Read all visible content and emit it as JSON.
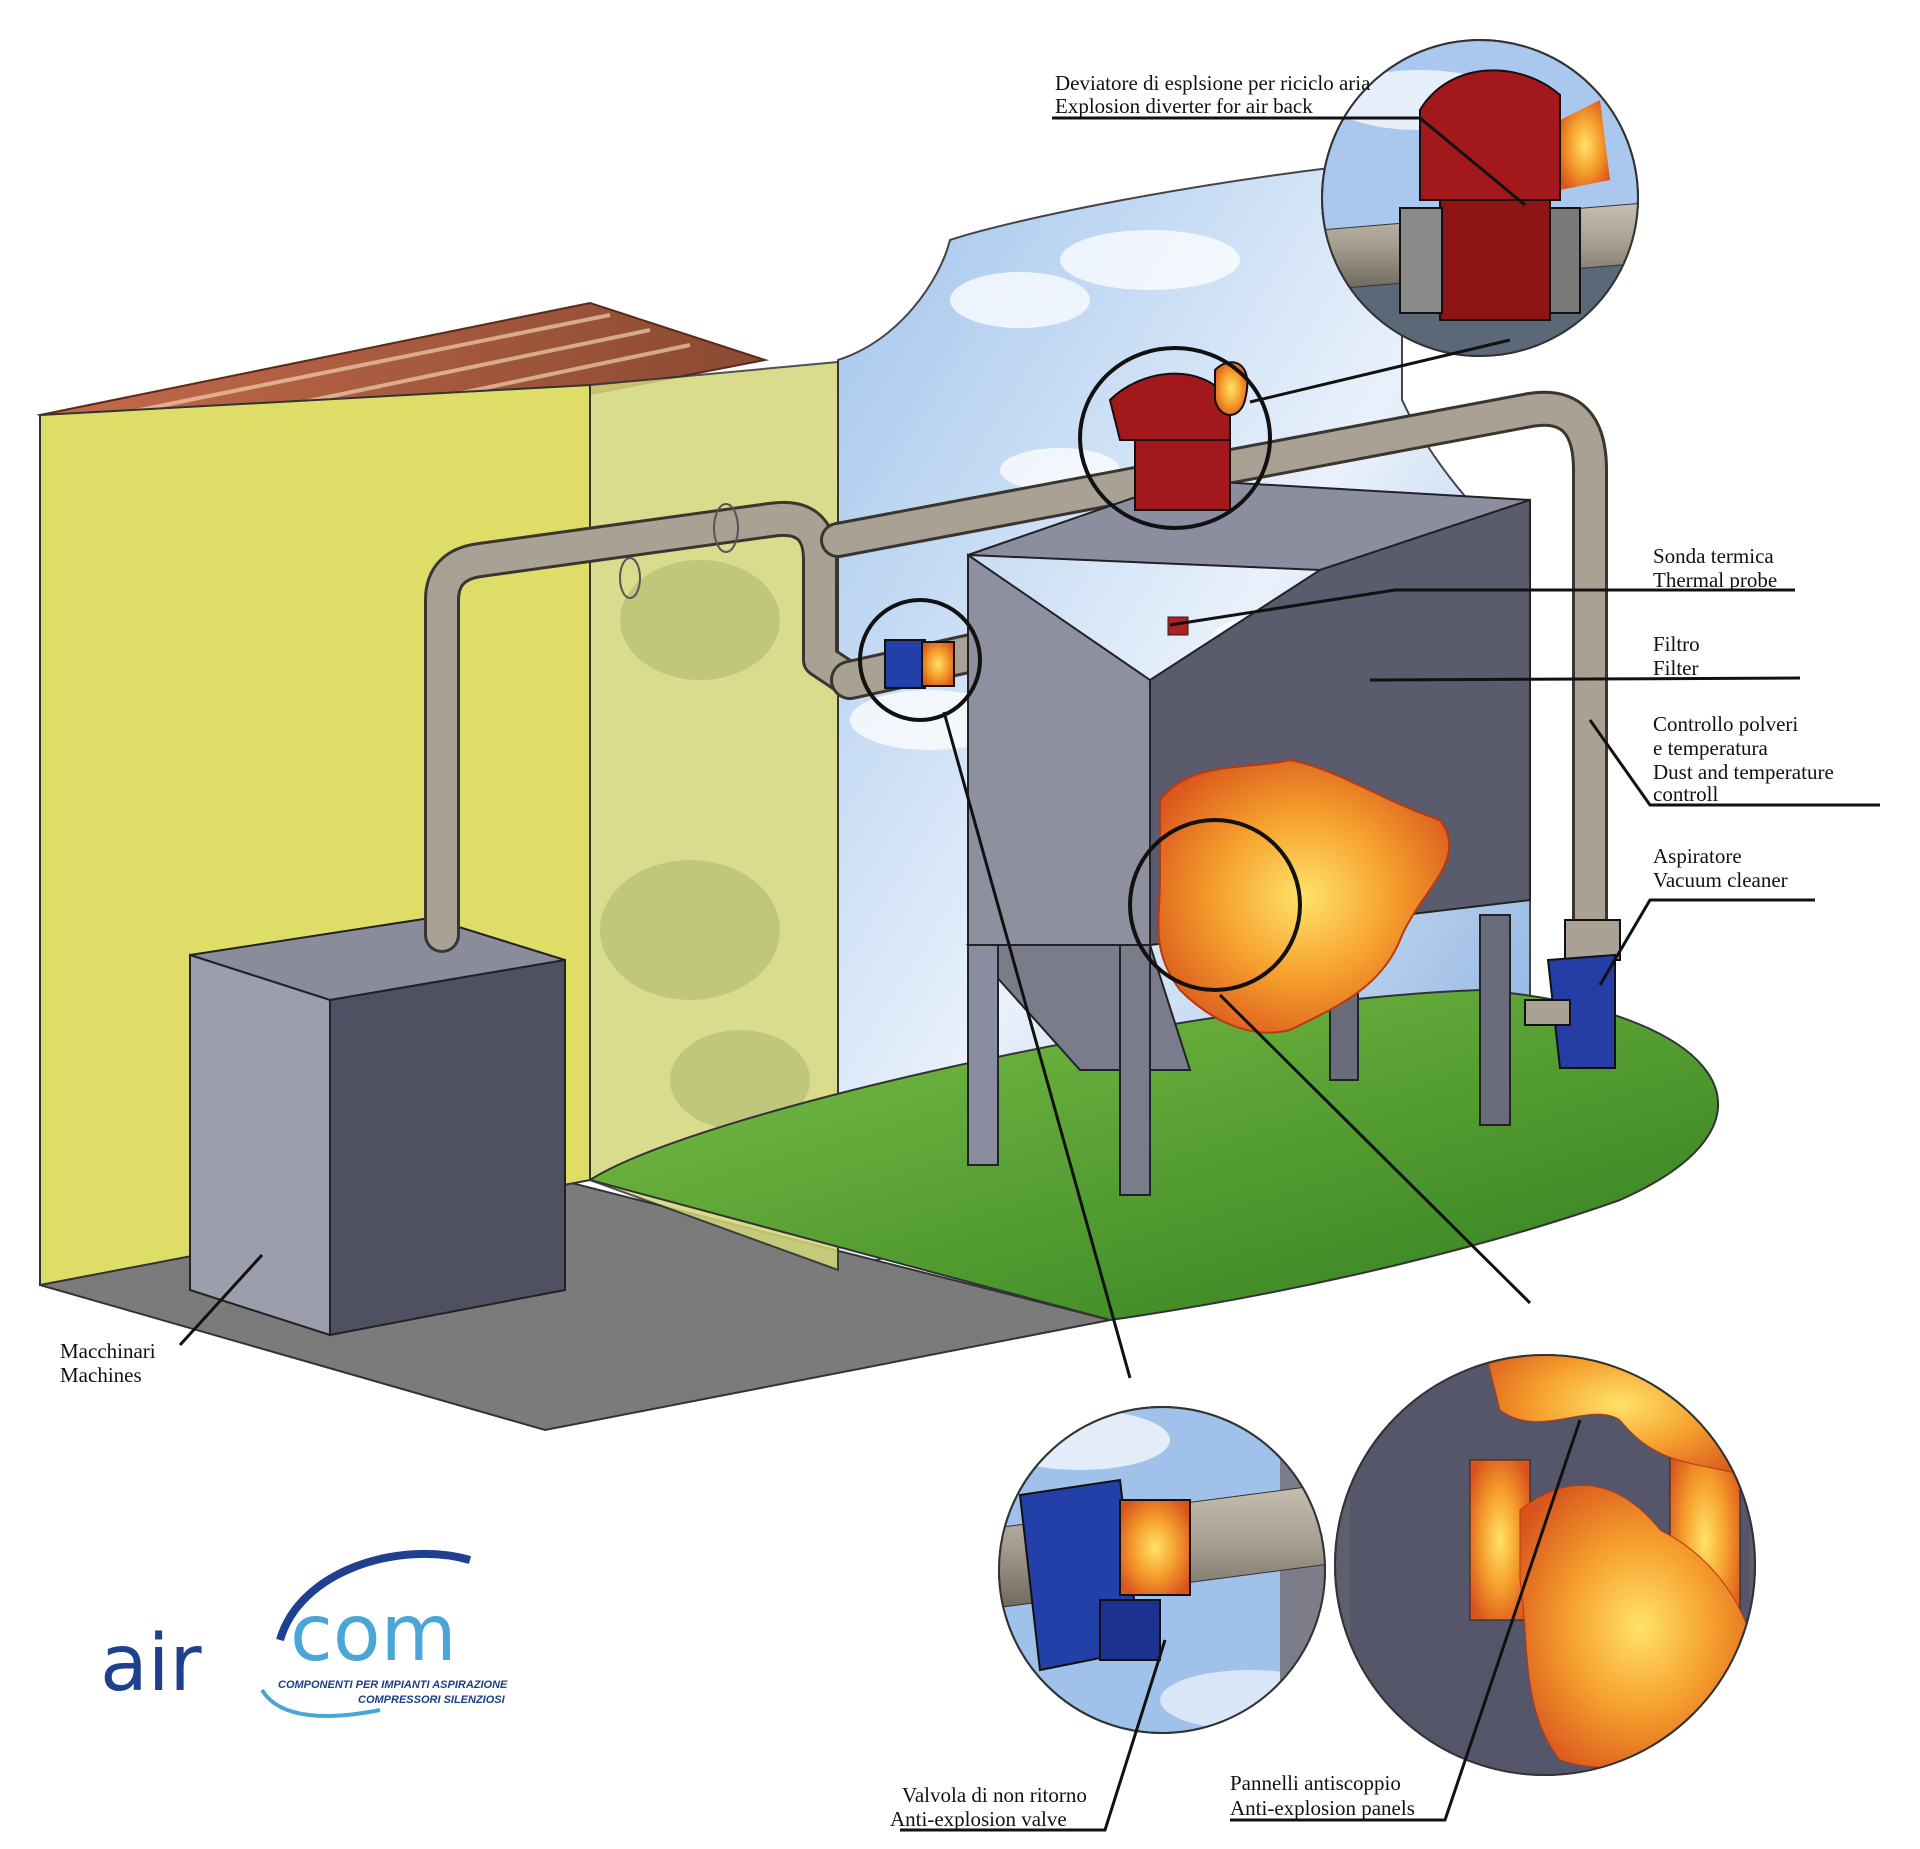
{
  "callouts": {
    "diverter": {
      "line1": "Deviatore di esplsione per riciclo aria",
      "line2": "Explosion diverter for air back"
    },
    "thermal_probe": {
      "line1": "Sonda termica",
      "line2": "Thermal probe"
    },
    "filter": {
      "line1": "Filtro",
      "line2": "Filter"
    },
    "dust_control": {
      "line1": "Controllo polveri",
      "line2": "e temperatura",
      "line3": "Dust and  temperature",
      "line4": "controll"
    },
    "vacuum": {
      "line1": "Aspiratore",
      "line2": "Vacuum cleaner"
    },
    "machines": {
      "line1": "Macchinari",
      "line2": "Machines"
    },
    "valve": {
      "line1": "Valvola di non ritorno",
      "line2": "Anti-explosion valve"
    },
    "panels": {
      "line1": "Pannelli antiscoppio",
      "line2": "Anti-explosion panels"
    }
  },
  "logo": {
    "word_air": "air",
    "word_com": "com",
    "tagline1": "COMPONENTI PER IMPIANTI ASPIRAZIONE",
    "tagline2": "COMPRESSORI SILENZIOSI",
    "colors": {
      "air": "#1f3f8f",
      "com": "#4aa6d8"
    }
  },
  "colors": {
    "wall": "#dede66",
    "floor": "#7a7a7a",
    "grass": "#4b9a2c",
    "duct": "#a9a294",
    "machine": "#5f6072",
    "flame": "#f08a20",
    "diverter": "#a3191b",
    "valve": "#233fa8"
  }
}
